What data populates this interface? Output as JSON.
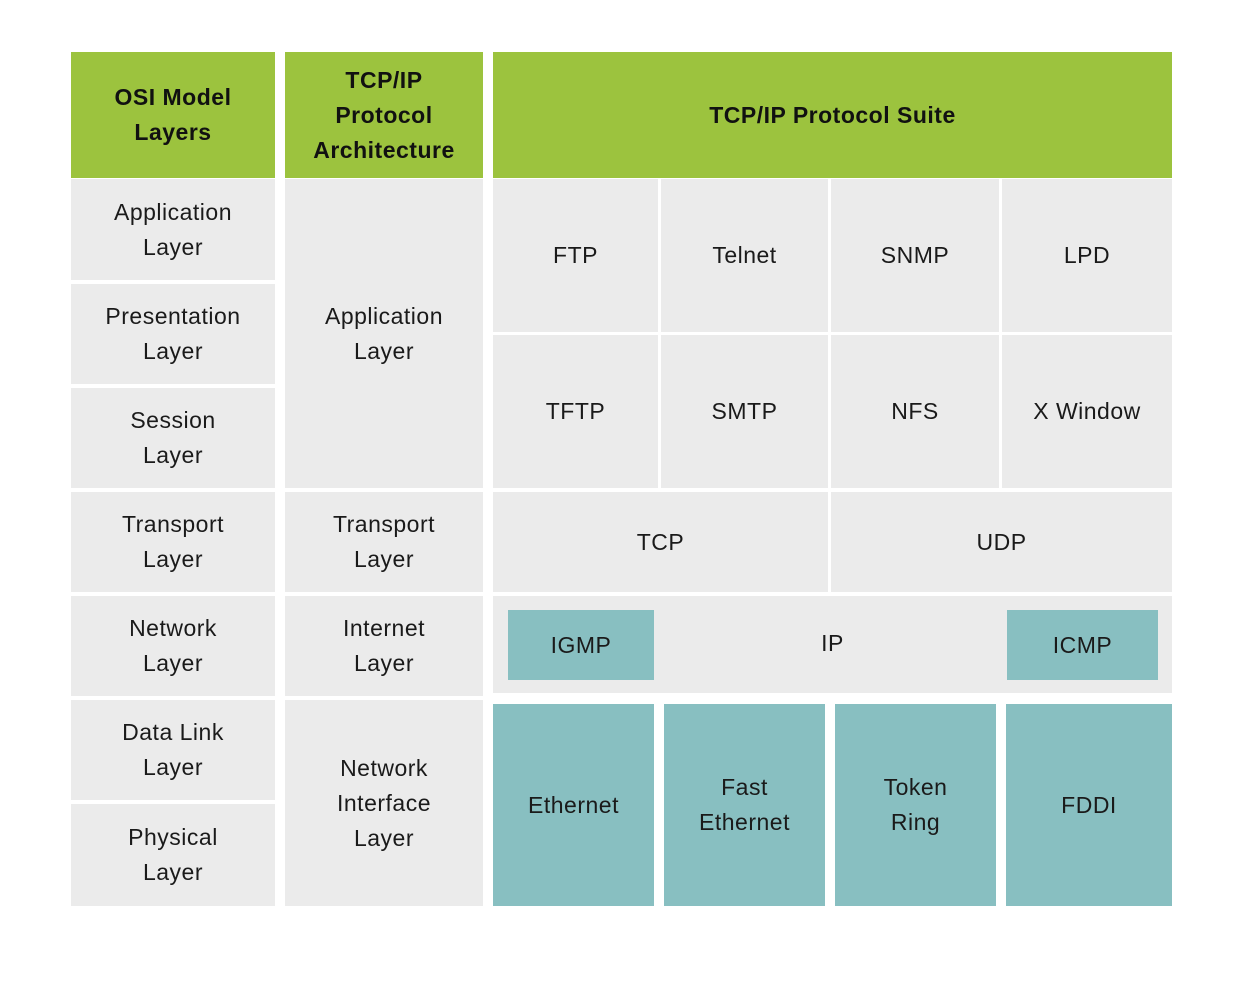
{
  "headers": {
    "osi": "OSI Model\nLayers",
    "tcpip_arch": "TCP/IP\nProtocol\nArchitecture",
    "suite": "TCP/IP Protocol Suite"
  },
  "osi_layers": {
    "application": "Application\nLayer",
    "presentation": "Presentation\nLayer",
    "session": "Session\nLayer",
    "transport": "Transport\nLayer",
    "network": "Network\nLayer",
    "data_link": "Data Link\nLayer",
    "physical": "Physical\nLayer"
  },
  "tcpip_layers": {
    "application": "Application\nLayer",
    "transport": "Transport\nLayer",
    "internet": "Internet\nLayer",
    "network_interface": "Network\nInterface\nLayer"
  },
  "protocols": {
    "application_row1": [
      "FTP",
      "Telnet",
      "SNMP",
      "LPD"
    ],
    "application_row2": [
      "TFTP",
      "SMTP",
      "NFS",
      "X Window"
    ],
    "transport": [
      "TCP",
      "UDP"
    ],
    "internet": {
      "ip": "IP",
      "igmp": "IGMP",
      "icmp": "ICMP"
    },
    "network_interface": [
      "Ethernet",
      "Fast\nEthernet",
      "Token\nRing",
      "FDDI"
    ]
  },
  "colors": {
    "header": "#9cc33e",
    "cell": "#ebebeb",
    "highlight": "#88bfc1",
    "background": "#ffffff"
  }
}
